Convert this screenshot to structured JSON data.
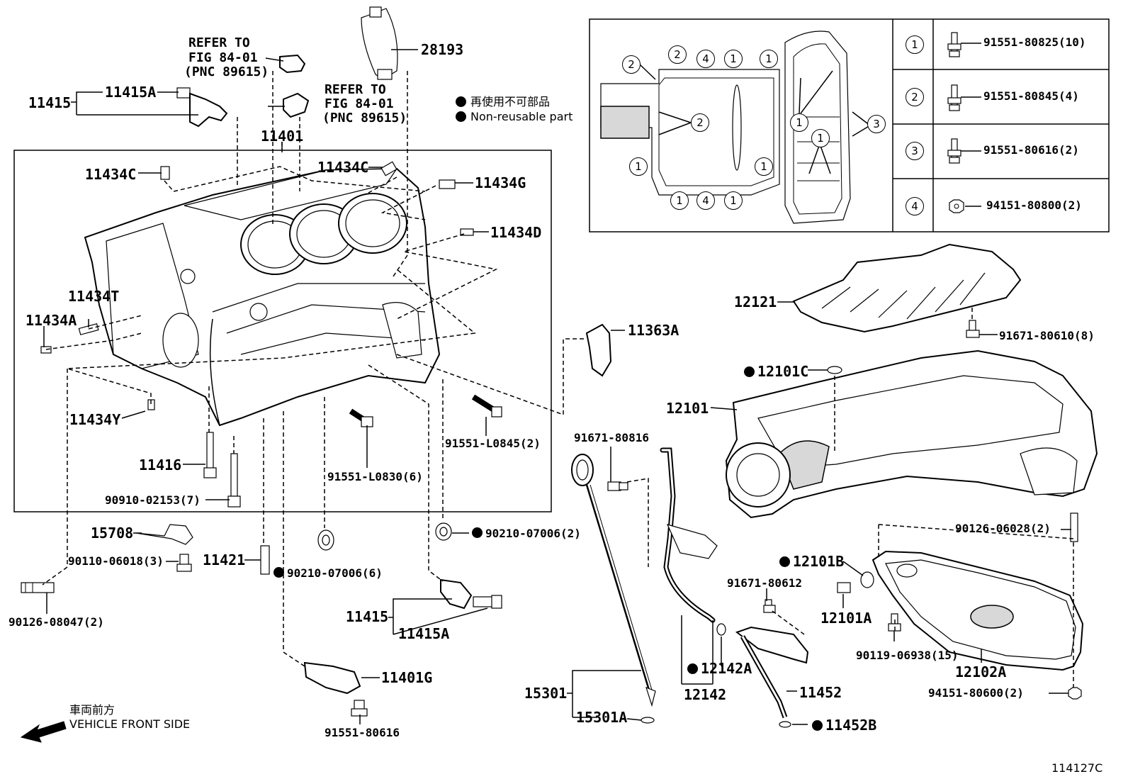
{
  "legend": {
    "non_reusable_jp": "再使用不可部品",
    "non_reusable_en": "Non-reusable part"
  },
  "refs": {
    "a": {
      "line1": "REFER TO",
      "line2": "FIG 84-01",
      "line3": "(PNC 89615)"
    },
    "b": {
      "line1": "REFER TO",
      "line2": "FIG 84-01",
      "line3": "(PNC 89615)"
    }
  },
  "labels": {
    "p28193": "28193",
    "p11415_top": "11415",
    "p11415A_top": "11415A",
    "p11401": "11401",
    "p11434C_left": "11434C",
    "p11434C_mid": "11434C",
    "p11434G": "11434G",
    "p11434D": "11434D",
    "p11434T": "11434T",
    "p11434A": "11434A",
    "p11434Y": "11434Y",
    "p11416": "11416",
    "p90910_02153": "90910-02153(7)",
    "p91551_L0830": "91551-L0830(6)",
    "p91551_L0845": "91551-L0845(2)",
    "p11363A": "11363A",
    "p15708": "15708",
    "p90110_06018": "90110-06018(3)",
    "p11421": "11421",
    "p90210_07006_6": "90210-07006(6)",
    "p90210_07006_2": "90210-07006(2)",
    "p90126_08047": "90126-08047(2)",
    "p11415_bot": "11415",
    "p11415A_bot": "11415A",
    "p11401G": "11401G",
    "p91551_80616": "91551-80616",
    "p12121": "12121",
    "p91671_80610": "91671-80610(8)",
    "p12101C": "12101C",
    "p12101": "12101",
    "p91671_80816": "91671-80816",
    "p90126_06028": "90126-06028(2)",
    "p12101B": "12101B",
    "p91671_80612": "91671-80612",
    "p12101A": "12101A",
    "p90119_06938": "90119-06938(15)",
    "p12102A": "12102A",
    "p94151_80600": "94151-80600(2)",
    "p15301": "15301",
    "p15301A": "15301A",
    "p12142A": "12142A",
    "p12142": "12142",
    "p11452": "11452",
    "p11452B": "11452B"
  },
  "inset": {
    "table": [
      {
        "num": "1",
        "part": "91551-80825(10)"
      },
      {
        "num": "2",
        "part": "91551-80845(4)"
      },
      {
        "num": "3",
        "part": "91551-80616(2)"
      },
      {
        "num": "4",
        "part": "94151-80800(2)"
      }
    ],
    "callouts": [
      "1",
      "2",
      "3",
      "4"
    ]
  },
  "front": {
    "jp": "車両前方",
    "en": "VEHICLE FRONT SIDE"
  },
  "diagram_id": "114127C",
  "non_reusable_marker": "filled-circle",
  "icons": [
    "arrow-front-icon"
  ]
}
